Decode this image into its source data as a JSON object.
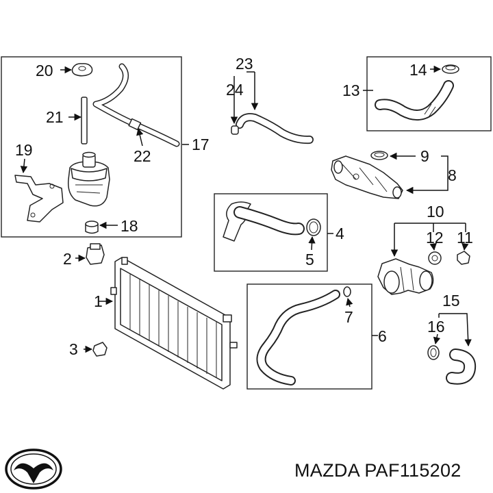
{
  "caption": {
    "brand": "MAZDA",
    "part_number": "PAF115202"
  },
  "labels": {
    "p1": "1",
    "p2": "2",
    "p3": "3",
    "p4": "4",
    "p5": "5",
    "p6": "6",
    "p7": "7",
    "p8": "8",
    "p9": "9",
    "p10": "10",
    "p11": "11",
    "p12": "12",
    "p13": "13",
    "p14": "14",
    "p15": "15",
    "p16": "16",
    "p17": "17",
    "p18": "18",
    "p19": "19",
    "p20": "20",
    "p21": "21",
    "p22": "22",
    "p23": "23",
    "p24": "24"
  },
  "icons": {
    "logo": "mazda-wing-logo-icon"
  },
  "colors": {
    "ink": "#111111",
    "background": "#ffffff"
  }
}
